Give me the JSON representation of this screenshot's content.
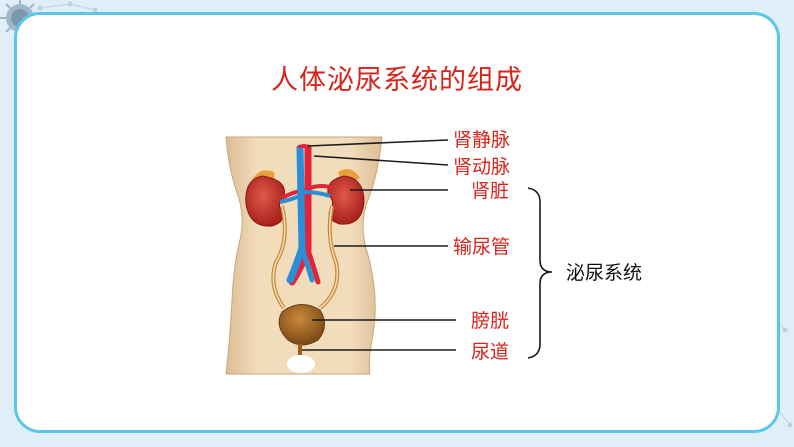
{
  "title": "人体泌尿系统的组成",
  "labels": {
    "renal_vein": "肾静脉",
    "renal_artery": "肾动脉",
    "kidney": "肾脏",
    "ureter": "输尿管",
    "bladder": "膀胱",
    "urethra": "尿道"
  },
  "group_label": "泌尿系统",
  "colors": {
    "accent": "#d9241c",
    "frame": "#5cc6ea",
    "background": "#dfeef7",
    "vein": "#2a8fd8",
    "artery": "#e0243a",
    "kidney": "#c4322a",
    "body": "#ead1ad"
  }
}
